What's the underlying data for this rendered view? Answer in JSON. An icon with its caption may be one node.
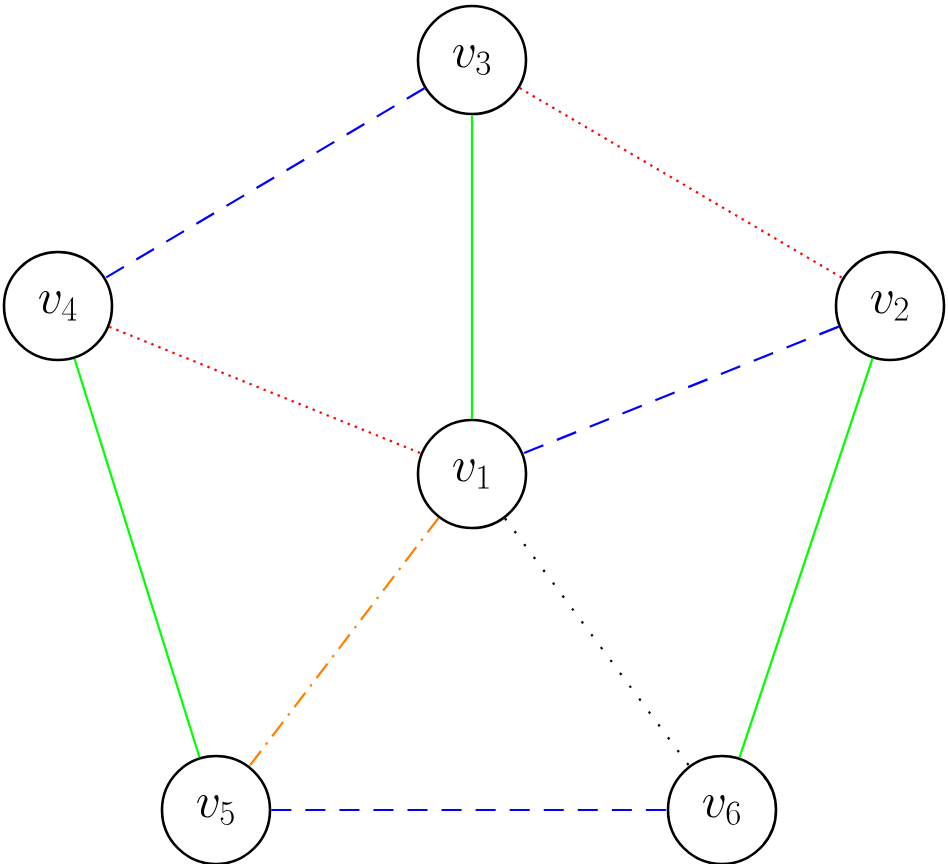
{
  "diagram": {
    "nodes": [
      {
        "text": [
          "v_3"
        ]
      },
      {
        "text": [
          "v_4"
        ]
      },
      {
        "text": [
          "v_2"
        ]
      },
      {
        "text": [
          "v_1"
        ]
      },
      {
        "text": [
          "v_5"
        ]
      },
      {
        "text": [
          "v_6"
        ]
      }
    ],
    "edges": [
      {
        "from": 0,
        "to": 3,
        "arrow": "none",
        "color": "#00ff00"
      },
      {
        "from": 0,
        "to": 1,
        "arrow": "none",
        "style": "dashed",
        "color": "#0000ff"
      },
      {
        "from": 0,
        "to": 2,
        "arrow": "none",
        "style": "dashed",
        "color": "#ff0000"
      },
      {
        "from": 1,
        "to": 3,
        "arrow": "none",
        "style": "dashed",
        "color": "#ff0000"
      },
      {
        "from": 2,
        "to": 3,
        "arrow": "none",
        "style": "dashed",
        "color": "#0000ff"
      },
      {
        "from": 1,
        "to": 4,
        "arrow": "none",
        "color": "#00ff00"
      },
      {
        "from": 2,
        "to": 5,
        "arrow": "none",
        "color": "#00ff00"
      },
      {
        "from": 3,
        "to": 4,
        "arrow": "none",
        "style": "dashed",
        "color": "#ff8000"
      },
      {
        "from": 3,
        "to": 5,
        "arrow": "none",
        "style": "dashed",
        "color": "#000000"
      },
      {
        "from": 4,
        "to": 5,
        "arrow": "none",
        "style": "dashed",
        "color": "#0000ff"
      }
    ]
  }
}
